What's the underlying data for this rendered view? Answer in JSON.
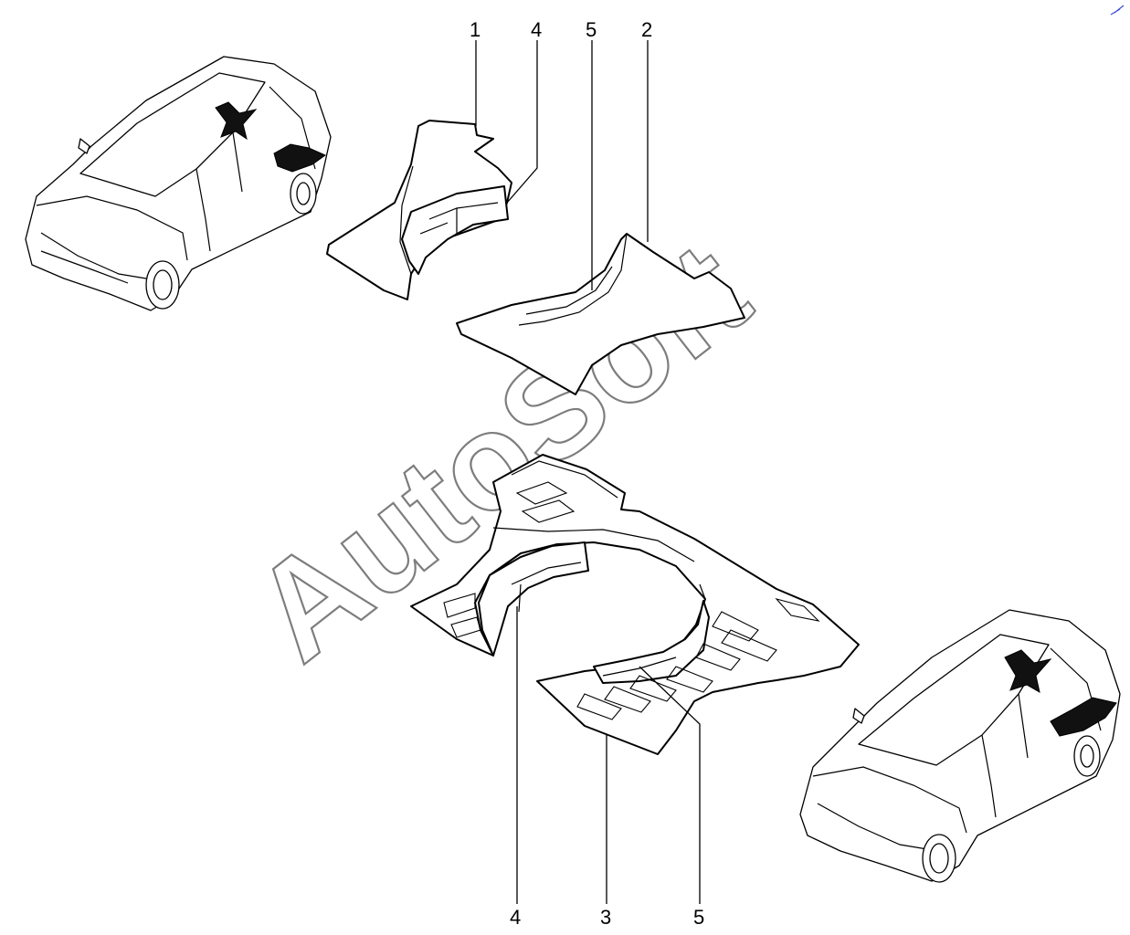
{
  "watermark": "AutoSoft",
  "callouts": {
    "top_1": "1",
    "top_4": "4",
    "top_5": "5",
    "top_2": "2",
    "bottom_4": "4",
    "bottom_3": "3",
    "bottom_5": "5"
  }
}
